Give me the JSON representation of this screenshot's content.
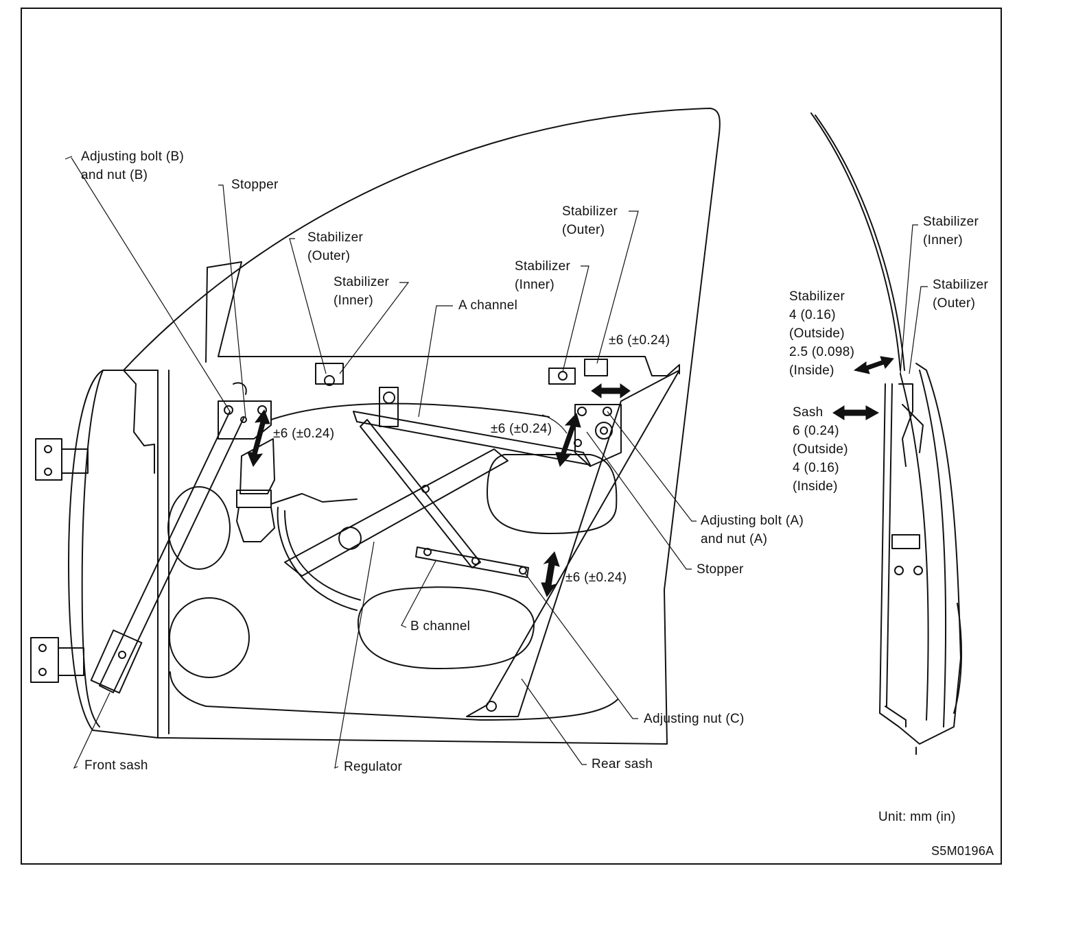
{
  "labels": {
    "adj_bolt_b": "Adjusting bolt (B)\nand nut (B)",
    "stopper_left": "Stopper",
    "stab_outer_left": "Stabilizer\n(Outer)",
    "stab_inner_left": "Stabilizer\n(Inner)",
    "a_channel": "A channel",
    "stab_inner_mid": "Stabilizer\n(Inner)",
    "stab_outer_mid": "Stabilizer\n(Outer)",
    "tol_top_right": "±6 (±0.24)",
    "tol_left": "±6 (±0.24)",
    "tol_mid": "±6 (±0.24)",
    "tol_lower": "±6 (±0.24)",
    "adj_bolt_a": "Adjusting bolt (A)\nand nut (A)",
    "stopper_right": "Stopper",
    "b_channel": "B channel",
    "adj_nut_c": "Adjusting nut (C)",
    "front_sash": "Front sash",
    "regulator": "Regulator",
    "rear_sash": "Rear sash",
    "stab_inner_side": "Stabilizer\n(Inner)",
    "stab_outer_side": "Stabilizer\n(Outer)",
    "stab_spec": "Stabilizer\n4 (0.16)\n(Outside)\n2.5 (0.098)\n(Inside)",
    "sash_spec": "Sash\n6 (0.24)\n(Outside)\n4 (0.16)\n(Inside)",
    "unit": "Unit: mm (in)",
    "figure_code": "S5M0196A"
  },
  "colors": {
    "ink": "#111111",
    "paper": "#ffffff"
  }
}
